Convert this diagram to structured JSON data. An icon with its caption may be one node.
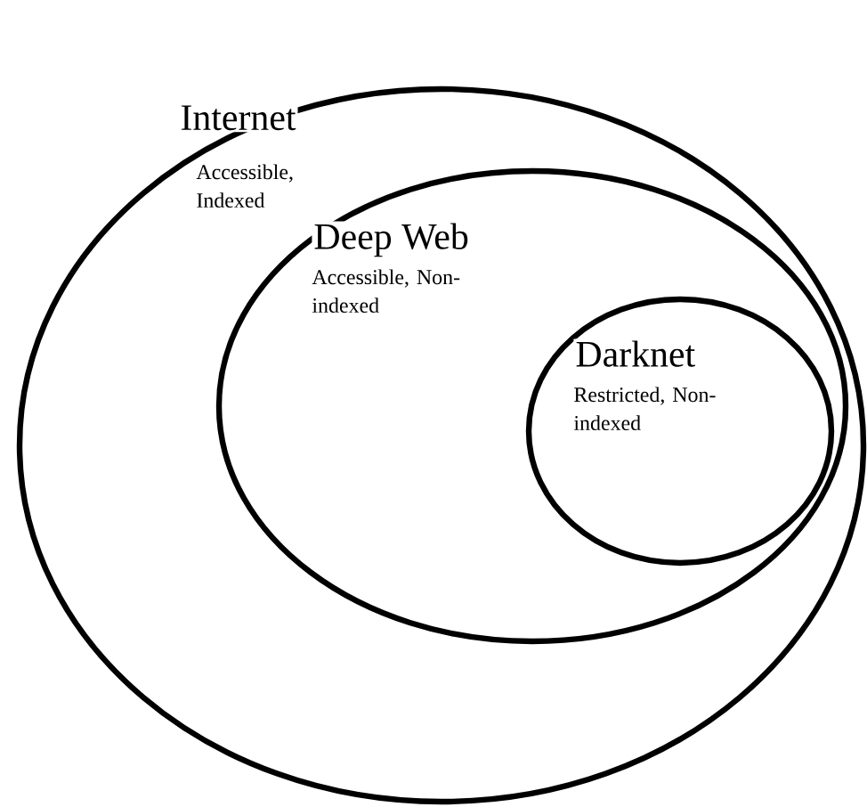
{
  "diagram": {
    "nodes": [
      {
        "text": [
          "Internet",
          "Accessible, Indexed"
        ]
      },
      {
        "text": [
          "Deep Web",
          "Accessible, Non-indexed"
        ],
        "in": 0
      },
      {
        "text": [
          "Darknet",
          "Restricted, Non-indexed"
        ],
        "in": 1
      }
    ]
  }
}
